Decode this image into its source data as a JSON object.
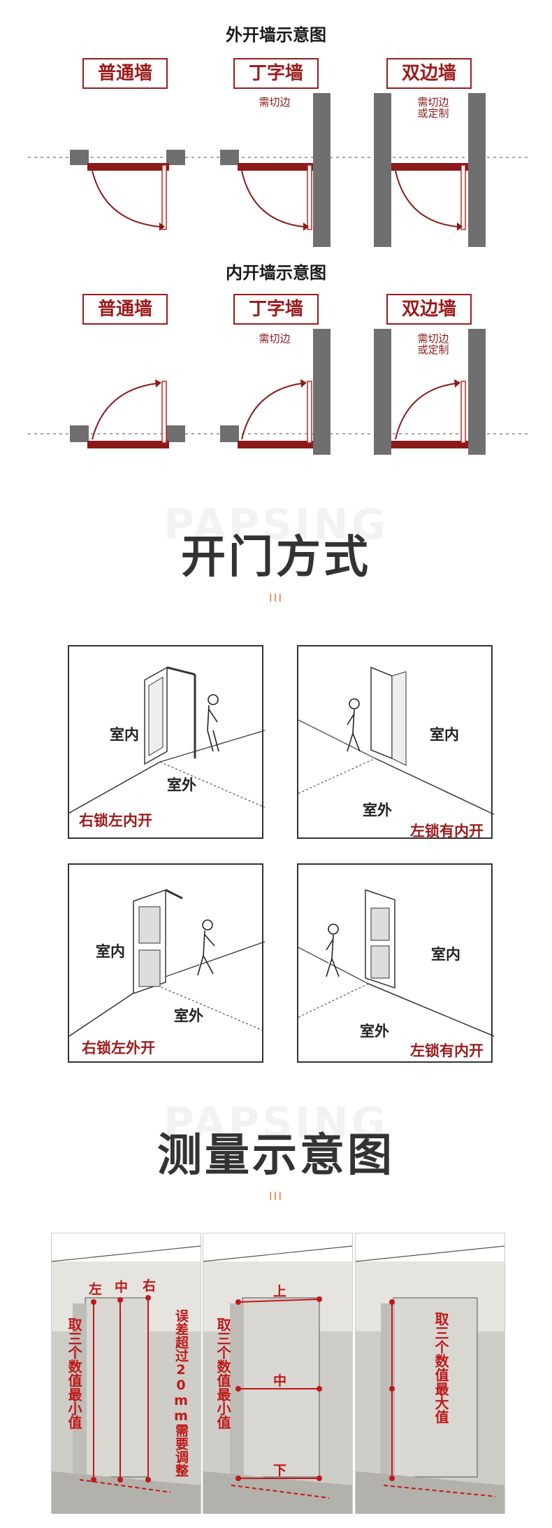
{
  "outward": {
    "title": "外开墙示意图",
    "labels": [
      "普通墙",
      "丁字墙",
      "双边墙"
    ],
    "notes": {
      "t_wall": "需切边",
      "double_wall_1": "需切边",
      "double_wall_2": "或定制"
    }
  },
  "inward": {
    "title": "内开墙示意图",
    "labels": [
      "普通墙",
      "丁字墙",
      "双边墙"
    ],
    "notes": {
      "t_wall": "需切边",
      "double_wall_1": "需切边",
      "double_wall_2": "或定制"
    }
  },
  "opening": {
    "watermark": "PAPSING",
    "title": "开门方式",
    "ticks": "III",
    "panels": [
      {
        "inside": "室内",
        "outside": "室外",
        "mode": "右锁左内开"
      },
      {
        "inside": "室内",
        "outside": "室外",
        "mode": "左锁有内开"
      },
      {
        "inside": "室内",
        "outside": "室外",
        "mode": "右锁左外开"
      },
      {
        "inside": "室内",
        "outside": "室外",
        "mode": "左锁有内开"
      }
    ]
  },
  "measure": {
    "watermark": "PAPSING",
    "title": "测量示意图",
    "ticks": "III",
    "panel1": {
      "left": "左",
      "mid": "中",
      "right": "右",
      "side_text": "取三个数值最小值",
      "error_text": "误差超过20mm需要调整"
    },
    "panel2": {
      "top": "上",
      "mid": "中",
      "bottom": "下",
      "side_text": "取三个数值最小值"
    },
    "panel3": {
      "side_text": "取三个数值最大值"
    }
  },
  "colors": {
    "accent": "#9b1c1c",
    "measure_red": "#c01818",
    "wall_gray": "#6f6f6f",
    "tick_orange": "#e07a3a"
  }
}
